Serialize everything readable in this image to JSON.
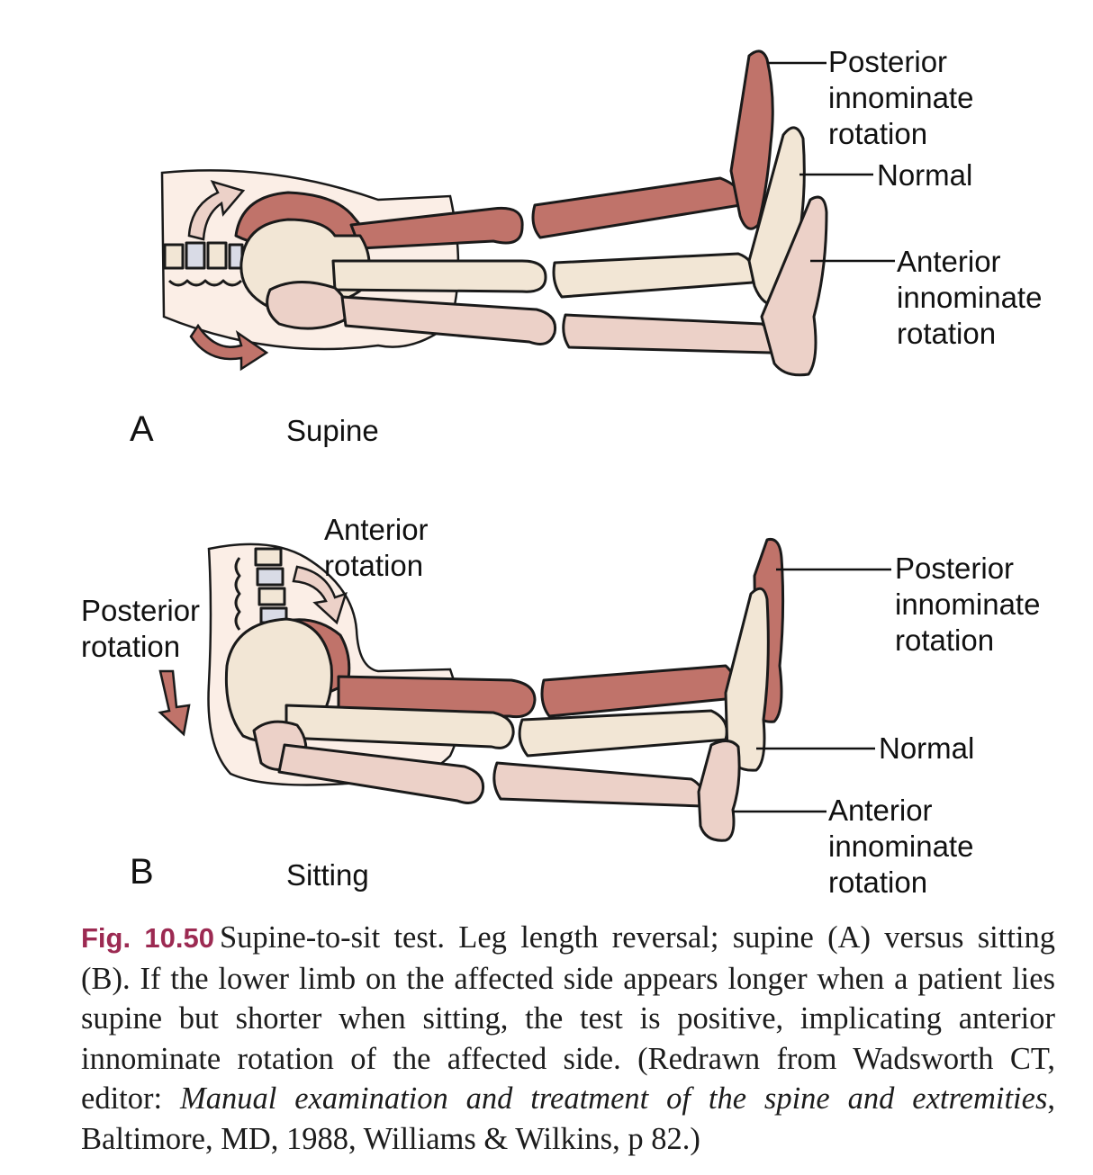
{
  "colors": {
    "posterior": "#c0736a",
    "normal": "#f2e6d5",
    "anterior": "#ecd1c8",
    "skin": "#fbeee6",
    "accent": "#9c2a52"
  },
  "panel_a": {
    "letter": "A",
    "position": "Supine",
    "labels": {
      "posterior": [
        "Posterior",
        "innominate",
        "rotation"
      ],
      "normal": "Normal",
      "anterior": [
        "Anterior",
        "innominate",
        "rotation"
      ]
    }
  },
  "panel_b": {
    "letter": "B",
    "position": "Sitting",
    "labels": {
      "anterior_rotation": [
        "Anterior",
        "rotation"
      ],
      "posterior_rotation": [
        "Posterior",
        "rotation"
      ],
      "posterior": [
        "Posterior",
        "innominate",
        "rotation"
      ],
      "normal": "Normal",
      "anterior": [
        "Anterior",
        "innominate",
        "rotation"
      ]
    }
  },
  "caption": {
    "fig_number": "Fig. 10.50",
    "text_1": "Supine-to-sit test. Leg length reversal; supine (A) versus sitting (B). If the lower limb on the affected side appears longer when a patient lies supine but shorter when sitting, the test is positive, implicating anterior innominate rotation of the affected side. (Redrawn from Wadsworth CT, editor: ",
    "italic_title": "Manual examination and treatment of the spine and extremities",
    "text_2": ", Baltimore, MD, 1988, Williams & Wilkins, p 82.)"
  }
}
